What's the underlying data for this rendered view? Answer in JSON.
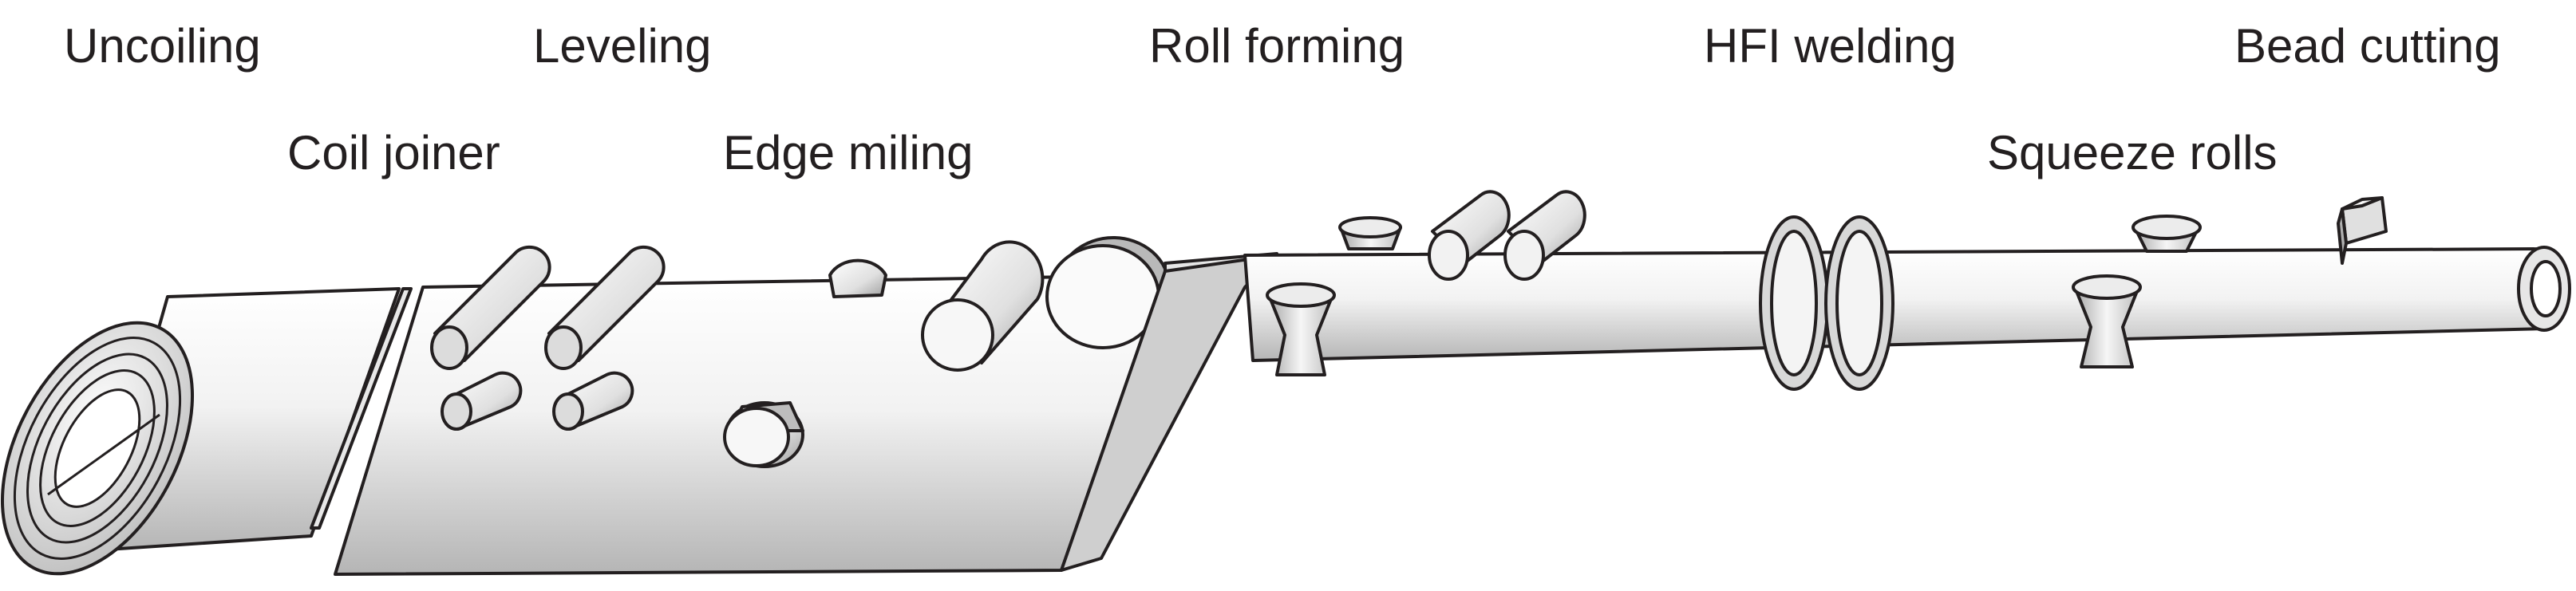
{
  "diagram": {
    "stage_labels": {
      "uncoiling": "Uncoiling",
      "coil_joiner": "Coil joiner",
      "leveling": "Leveling",
      "edge_milling": "Edge miling",
      "roll_forming": "Roll forming",
      "hfi_welding": "HFI welding",
      "squeeze_rolls": "Squeeze rolls",
      "bead_cutting": "Bead cutting"
    },
    "colors": {
      "ink": "#231f20",
      "metal_light": "#f4f4f4",
      "metal_mid": "#d9d9d9",
      "metal_dark": "#9a9a9a"
    }
  }
}
